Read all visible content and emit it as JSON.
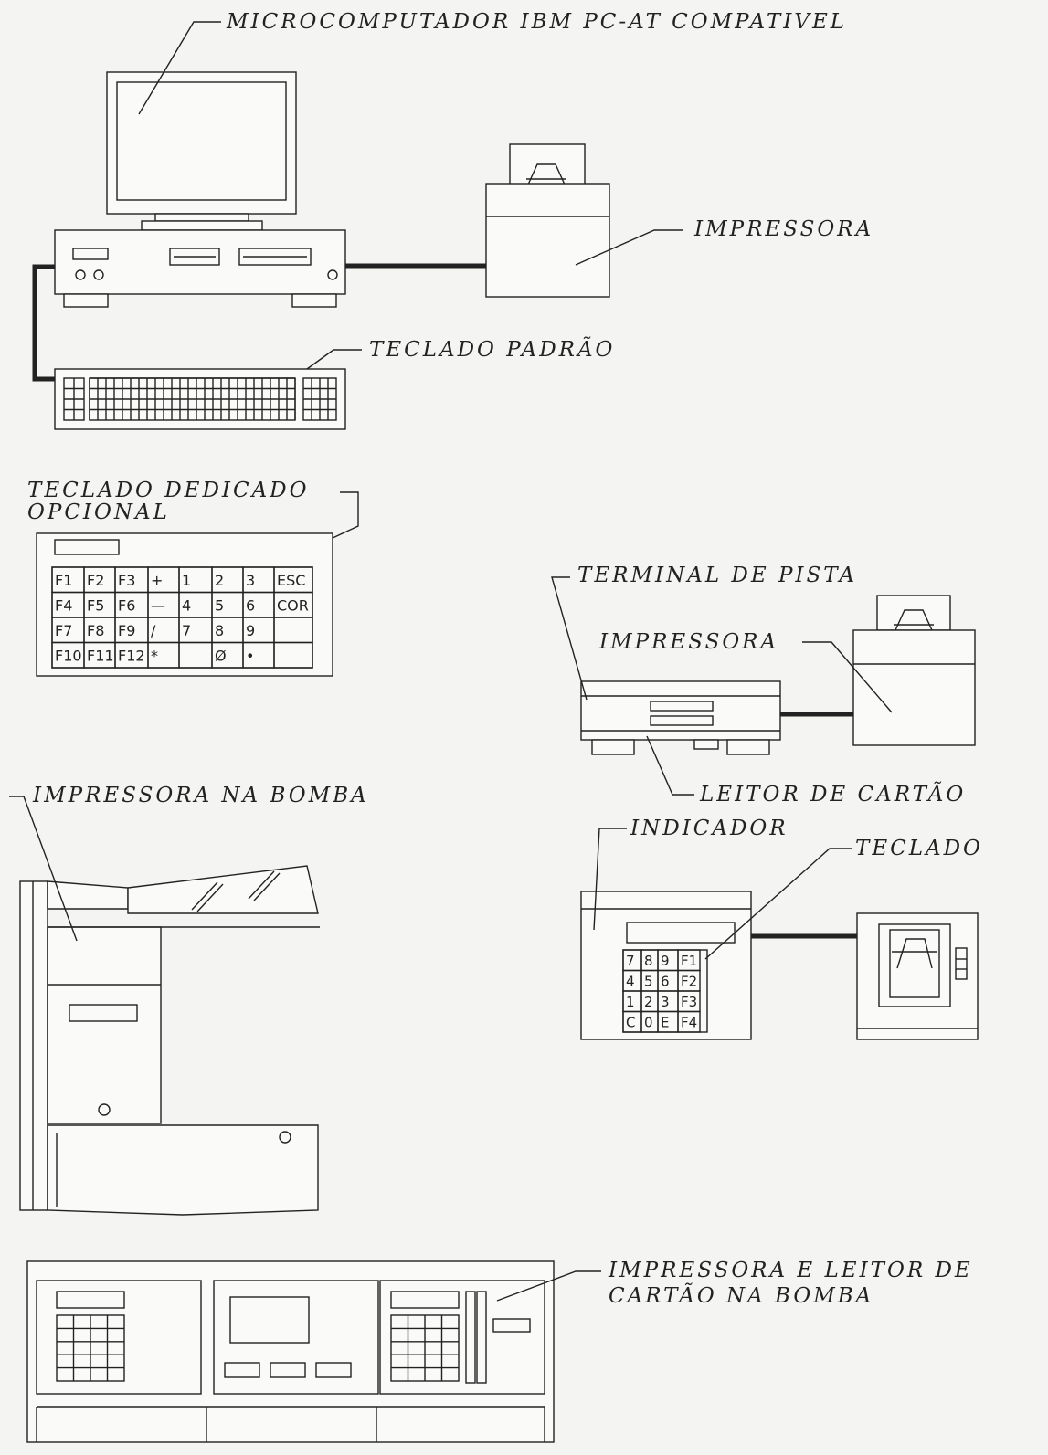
{
  "labels": {
    "microcomputer": "MICROCOMPUTADOR IBM PC-AT COMPATIVEL",
    "printer_top": "IMPRESSORA",
    "standard_keyboard": "TECLADO PADRÃO",
    "dedicated_keyboard_1": "TECLADO DEDICADO",
    "dedicated_keyboard_2": "OPCIONAL",
    "track_terminal": "TERMINAL DE PISTA",
    "printer_mid": "IMPRESSORA",
    "card_reader": "LEITOR DE CARTÃO",
    "pump_printer": "IMPRESSORA NA BOMBA",
    "indicator": "INDICADOR",
    "keypad": "TECLADO",
    "pump_printer_reader_1": "IMPRESSORA E LEITOR DE",
    "pump_printer_reader_2": "CARTÃO NA BOMBA"
  },
  "dedicated_keys": [
    [
      "F1",
      "F2",
      "F3",
      "+",
      "1",
      "2",
      "3",
      "ESC"
    ],
    [
      "F4",
      "F5",
      "F6",
      "—",
      "4",
      "5",
      "6",
      "COR"
    ],
    [
      "F7",
      "F8",
      "F9",
      "/",
      "7",
      "8",
      "9",
      ""
    ],
    [
      "F10",
      "F11",
      "F12",
      "*",
      "",
      "Ø",
      "•",
      ""
    ]
  ],
  "indicator_keys": [
    [
      "7",
      "8",
      "9",
      "F1"
    ],
    [
      "4",
      "5",
      "6",
      "F2"
    ],
    [
      "1",
      "2",
      "3",
      "F3"
    ],
    [
      "C",
      "0",
      "E",
      "F4"
    ]
  ]
}
